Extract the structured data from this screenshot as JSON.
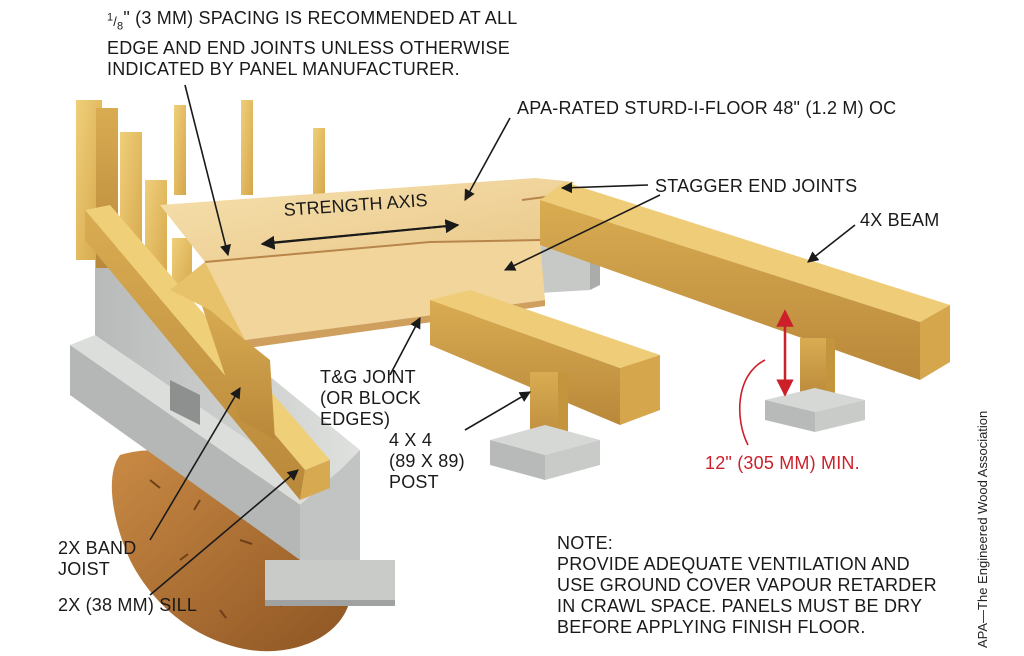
{
  "labels": {
    "spacing": {
      "line1_fraction_num": "1",
      "line1_fraction_den": "8",
      "line1_rest": "\" (3 mm) SPACING IS RECOMMENDED AT ALL",
      "line2": "EDGE AND END JOINTS UNLESS OTHERWISE",
      "line3": "INDICATED BY PANEL MANUFACTURER."
    },
    "floor_panel": "APA-RATED STURD-I-FLOOR 48\" (1.2 m) OC",
    "stagger": "STAGGER END JOINTS",
    "beam": "4X BEAM",
    "strength_axis": "STRENGTH AXIS",
    "tg_joint": {
      "line1": "T&G JOINT",
      "line2": "(OR BLOCK",
      "line3": "EDGES)"
    },
    "post": {
      "line1": "4 X 4",
      "line2": "(89 X 89)",
      "line3": "POST"
    },
    "clearance": "12\" (305 mm) MIN.",
    "band_joist": {
      "line1": "2X BAND",
      "line2": "JOIST"
    },
    "sill": "2X (38 mm) SILL",
    "note": {
      "title": "NOTE:",
      "line1": "PROVIDE ADEQUATE VENTILATION AND",
      "line2": "USE GROUND COVER VAPOUR RETARDER",
      "line3": "IN CRAWL SPACE. PANELS MUST BE DRY",
      "line4": "BEFORE APPLYING FINISH FLOOR."
    },
    "credit": "APA—The Engineered Wood Association"
  },
  "colors": {
    "wood": "#e6bf62",
    "wood_dark": "#c99a3c",
    "plywood": "#f2d9a2",
    "concrete": "#c9cbc9",
    "soil": "#b4763a",
    "accent_red": "#cc1f2a"
  }
}
